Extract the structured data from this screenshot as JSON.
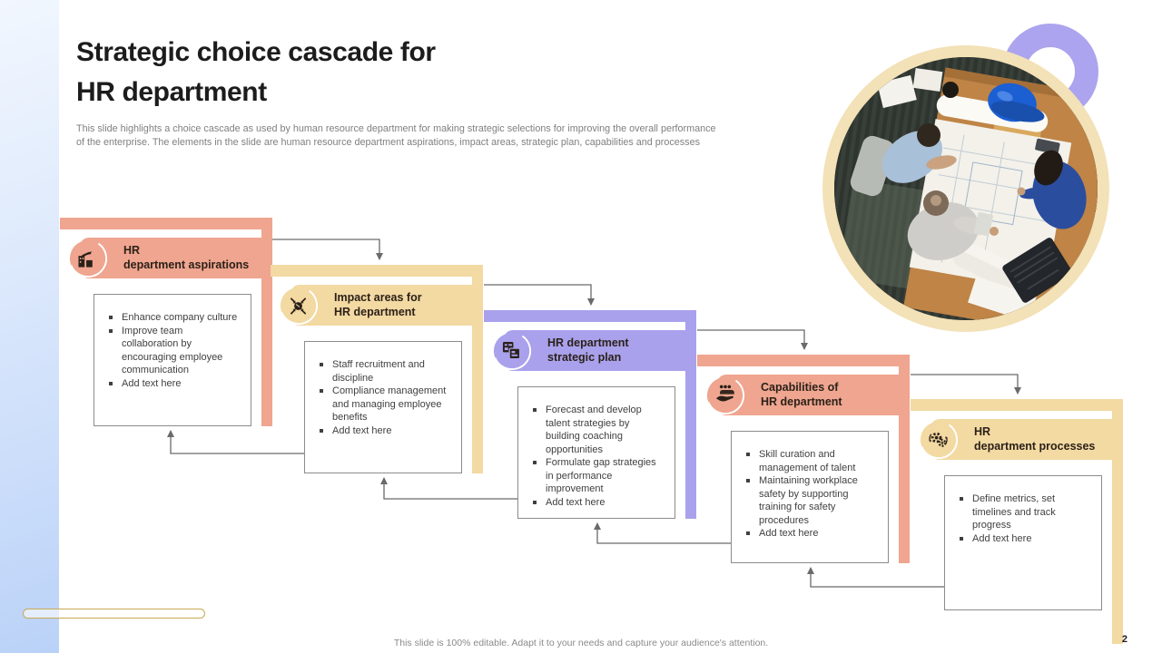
{
  "slide": {
    "title_line1": "Strategic choice cascade for",
    "title_line2": "HR department",
    "description": "This slide highlights a choice cascade as used by human resource department for making strategic selections for improving the overall performance of the enterprise. The elements in the slide are human resource department aspirations, impact areas, strategic plan, capabilities and processes",
    "footer_note": "This slide is 100% editable. Adapt it to your needs and capture your audience's attention.",
    "page_number": "2"
  },
  "colors": {
    "salmon": "#EFA58F",
    "sand": "#F3D9A2",
    "purple": "#A9A1EC",
    "connector_gray": "#6A6A6A",
    "accent_ring_purple": "#ACA4EE",
    "photo_ring_cream": "#F3E1B7"
  },
  "modules": [
    {
      "color": "#EFA58F",
      "icon": "growth-chart-icon",
      "title_line1": "HR",
      "title_line2": "department aspirations",
      "bullets": [
        "Enhance company culture",
        "Improve team collaboration by encouraging employee communication",
        "Add text here"
      ]
    },
    {
      "color": "#F3D9A2",
      "icon": "impact-arrows-icon",
      "title_line1": "Impact areas for",
      "title_line2": "HR department",
      "bullets": [
        "Staff recruitment and discipline",
        "Compliance management and managing employee benefits",
        "Add text here"
      ]
    },
    {
      "color": "#A9A1EC",
      "icon": "strategic-plan-icon",
      "title_line1": "HR department",
      "title_line2": "strategic plan",
      "bullets": [
        "Forecast and develop talent strategies by building coaching opportunities",
        "Formulate gap strategies in performance improvement",
        "Add text here"
      ]
    },
    {
      "color": "#EFA58F",
      "icon": "capabilities-hand-icon",
      "title_line1": "Capabilities of",
      "title_line2": "HR department",
      "bullets": [
        "Skill curation and management of talent",
        "Maintaining workplace safety by supporting training for safety procedures",
        "Add text here"
      ]
    },
    {
      "color": "#F3D9A2",
      "icon": "process-gears-icon",
      "title_line1": "HR",
      "title_line2": "department processes",
      "bullets": [
        "Define metrics, set timelines and track progress",
        "Add text here"
      ]
    }
  ]
}
